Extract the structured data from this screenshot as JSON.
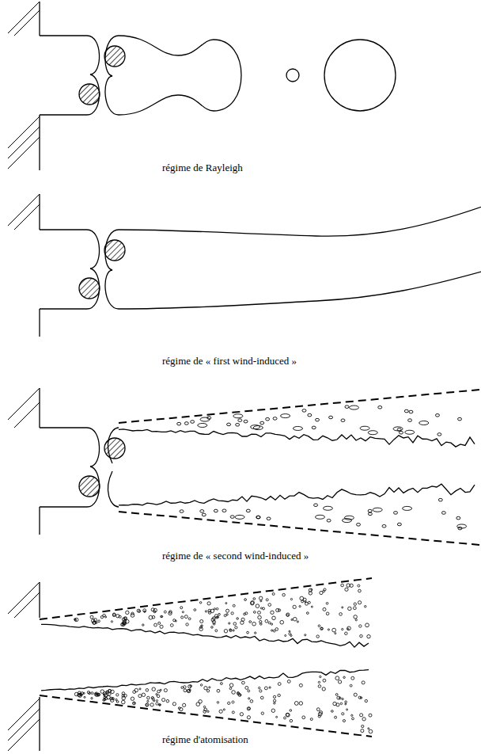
{
  "diagram": {
    "labels": [
      "régime de Rayleigh",
      "régime de « first wind-induced »",
      "régime de « second wind-induced »",
      "régime d'atomisation"
    ]
  }
}
